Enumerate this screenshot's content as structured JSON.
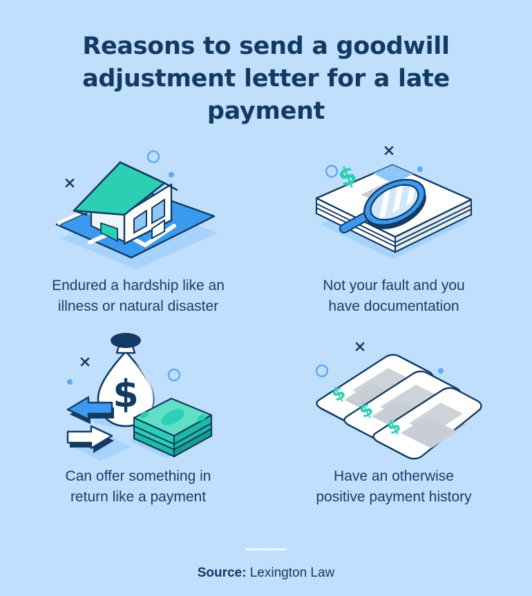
{
  "page": {
    "background_color": "#bfdffd",
    "title_lines": [
      "Reasons to send a goodwill",
      "adjustment letter for a late payment"
    ],
    "title_color": "#123a63"
  },
  "palette": {
    "background": "#bfdffd",
    "navy": "#123a63",
    "teal": "#2ccfb4",
    "blue": "#3b9aee",
    "light_blue": "#8fc7f7",
    "pale_blue": "#d6eaff",
    "white": "#ffffff",
    "gray_line": "#c9ced6",
    "divider": "#eef6ff"
  },
  "items": [
    {
      "id": "hardship",
      "illustration": "flooded-house-illustration",
      "caption_lines": [
        "Endured a hardship like an",
        "illness or natural disaster"
      ],
      "caption": "Endured a hardship like an illness or natural disaster"
    },
    {
      "id": "not-your-fault",
      "illustration": "documents-magnifier-illustration",
      "caption_lines": [
        "Not your fault and you",
        "have documentation"
      ],
      "caption": "Not your fault and you have documentation"
    },
    {
      "id": "offer-return",
      "illustration": "money-bag-exchange-illustration",
      "caption_lines": [
        "Can offer something in",
        "return like a payment"
      ],
      "caption": "Can offer something in return like a payment"
    },
    {
      "id": "positive-history",
      "illustration": "checks-stack-illustration",
      "caption_lines": [
        "Have an otherwise",
        "positive payment history"
      ],
      "caption": "Have an otherwise positive payment history"
    }
  ],
  "footer": {
    "source_label": "Source:",
    "source_name": "Lexington Law"
  }
}
